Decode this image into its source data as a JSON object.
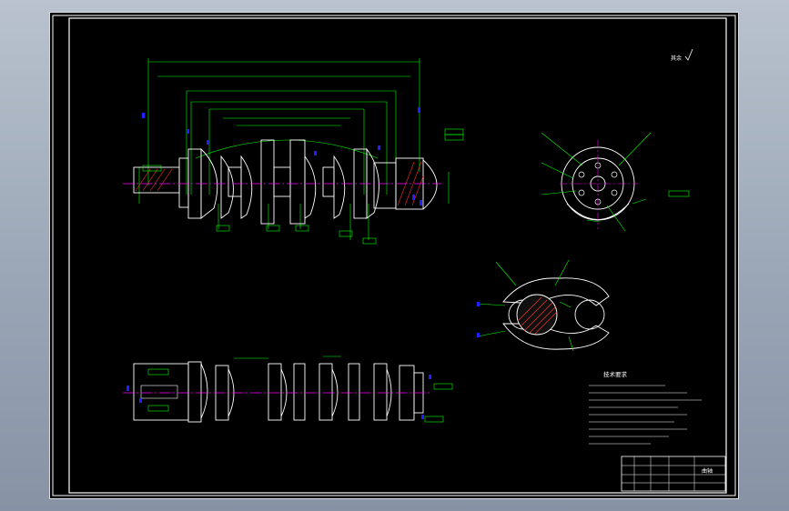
{
  "window": {
    "title": ""
  },
  "colors": {
    "background": "#000000",
    "frame": "#ffffff",
    "dimension": "#00ff00",
    "centerline": "#ff00ff",
    "annotation": "#0000ff",
    "hatch": "#ff3030"
  },
  "drawing": {
    "roughness_note": "其余",
    "technical_requirements_title": "技术要求",
    "title_block": {
      "part_name": "曲轴",
      "drawing_no": ""
    }
  }
}
